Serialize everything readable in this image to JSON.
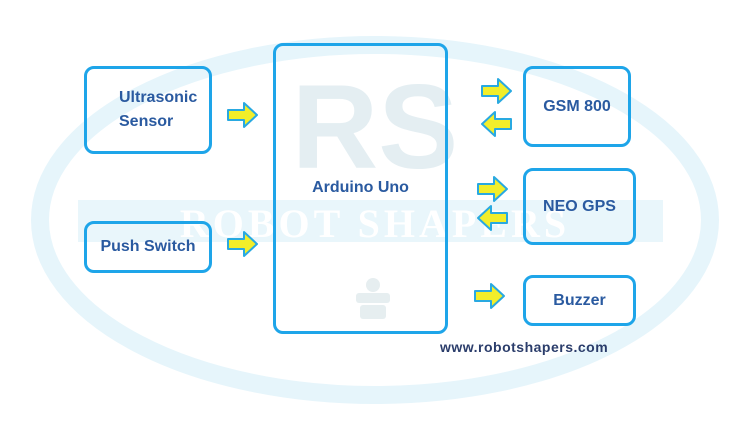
{
  "diagram": {
    "blocks": {
      "ultrasonic": "Ultrasonic Sensor",
      "push_switch": "Push Switch",
      "arduino": "Arduino Uno",
      "gsm": "GSM 800",
      "neo_gps": "NEO GPS",
      "buzzer": "Buzzer"
    },
    "website": "www.robotshapers.com",
    "watermark": {
      "letters": "RS",
      "text": "ROBOT SHAPERS"
    }
  },
  "colors": {
    "box_border": "#1ea5e9",
    "label_text": "#2a5aa0",
    "arrow_fill": "#f2ee2a",
    "arrow_stroke": "#29a9e1",
    "watermark": "#e3f3fa"
  }
}
